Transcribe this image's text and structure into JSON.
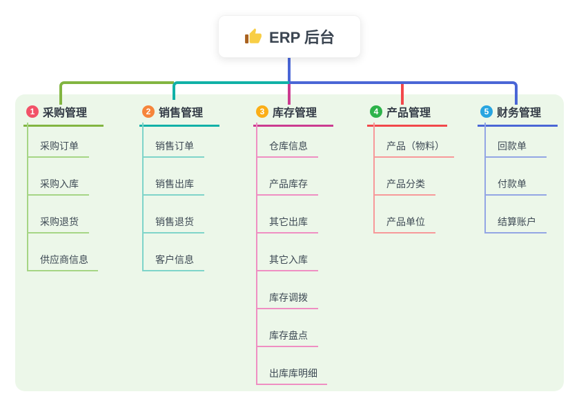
{
  "root": {
    "label": "ERP 后台",
    "icon": "thumbs-up-icon"
  },
  "branches": [
    {
      "number": "1",
      "title": "采购管理",
      "color": "#82b541",
      "light_color": "#a5d584",
      "badge_color": "#f25268",
      "children": [
        "采购订单",
        "采购入库",
        "采购退货",
        "供应商信息"
      ]
    },
    {
      "number": "2",
      "title": "销售管理",
      "color": "#10b1a7",
      "light_color": "#7ed4c9",
      "badge_color": "#f6853b",
      "children": [
        "销售订单",
        "销售出库",
        "销售退货",
        "客户信息"
      ]
    },
    {
      "number": "3",
      "title": "库存管理",
      "color": "#cb3b90",
      "light_color": "#ef8ec2",
      "badge_color": "#fbae17",
      "children": [
        "仓库信息",
        "产品库存",
        "其它出库",
        "其它入库",
        "库存调拨",
        "库存盘点",
        "出库库明细"
      ]
    },
    {
      "number": "4",
      "title": "产品管理",
      "color": "#f2484b",
      "light_color": "#f79899",
      "badge_color": "#2db34a",
      "children": [
        "产品（物料）",
        "产品分类",
        "产品单位"
      ]
    },
    {
      "number": "5",
      "title": "财务管理",
      "color": "#4a66d6",
      "light_color": "#92a5e4",
      "badge_color": "#28a5e0",
      "children": [
        "回款单",
        "付款单",
        "结算账户"
      ]
    }
  ],
  "colors": {
    "panel_bg": "#ecf7e9",
    "trunk_blue": "#4a66d6",
    "root_text": "#3a4450",
    "header_text": "#333b46",
    "child_text": "#3d4954",
    "thumb_yellow": "#f8ce46",
    "thumb_cuff_brown": "#a9611f"
  }
}
